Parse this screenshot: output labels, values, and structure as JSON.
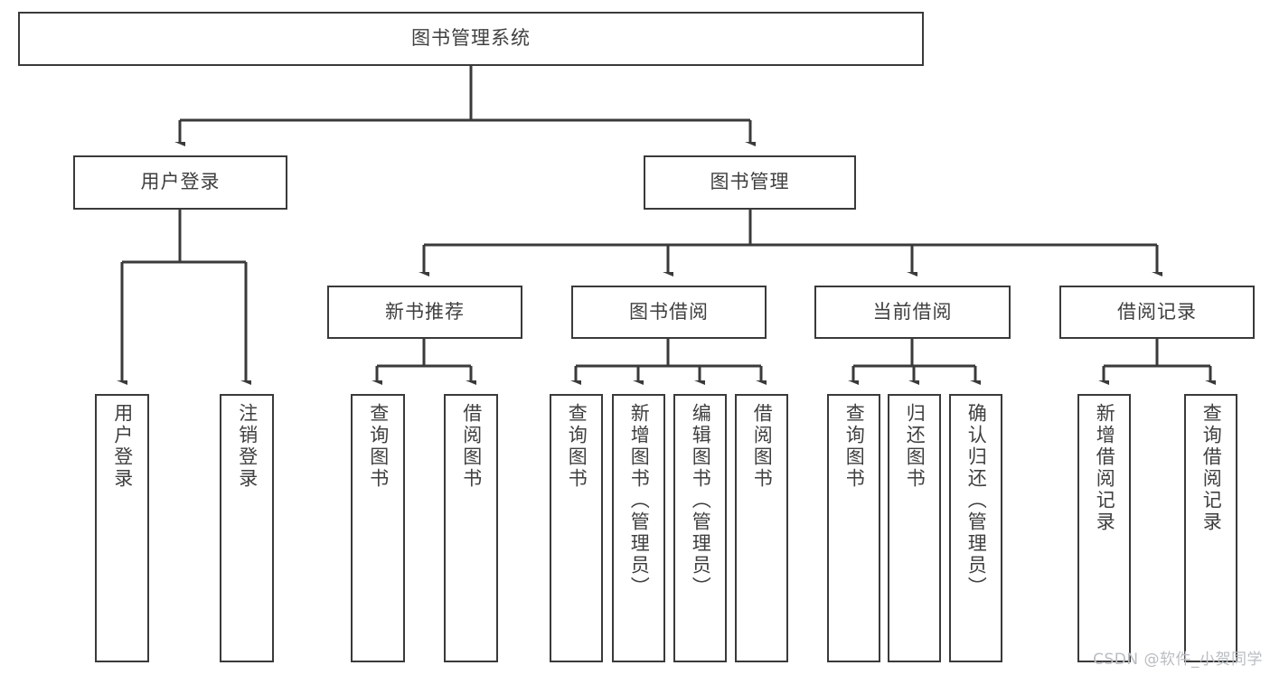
{
  "diagram": {
    "title": "图书管理系统",
    "watermark": "CSDN @软件_小贺同学",
    "colors": {
      "border": "#3a3a3a",
      "text": "#3f3f3f",
      "background": "#ffffff",
      "watermark": "#b9bdc2"
    },
    "nodes": {
      "root": "图书管理系统",
      "user_login": "用户登录",
      "book_manage": "图书管理",
      "new_book_recommend": "新书推荐",
      "book_borrow": "图书借阅",
      "current_borrow": "当前借阅",
      "borrow_record": "借阅记录",
      "leaf_user_login": "用户登录",
      "leaf_logout": "注销登录",
      "leaf_query_book_1": "查询图书",
      "leaf_borrow_book_1": "借阅图书",
      "leaf_query_book_2": "查询图书",
      "leaf_add_book": "新增图书（管理员）",
      "leaf_edit_book": "编辑图书（管理员）",
      "leaf_borrow_book_2": "借阅图书",
      "leaf_query_book_3": "查询图书",
      "leaf_return_book": "归还图书",
      "leaf_confirm_return": "确认归还（管理员）",
      "leaf_add_record": "新增借阅记录",
      "leaf_query_record": "查询借阅记录"
    }
  }
}
